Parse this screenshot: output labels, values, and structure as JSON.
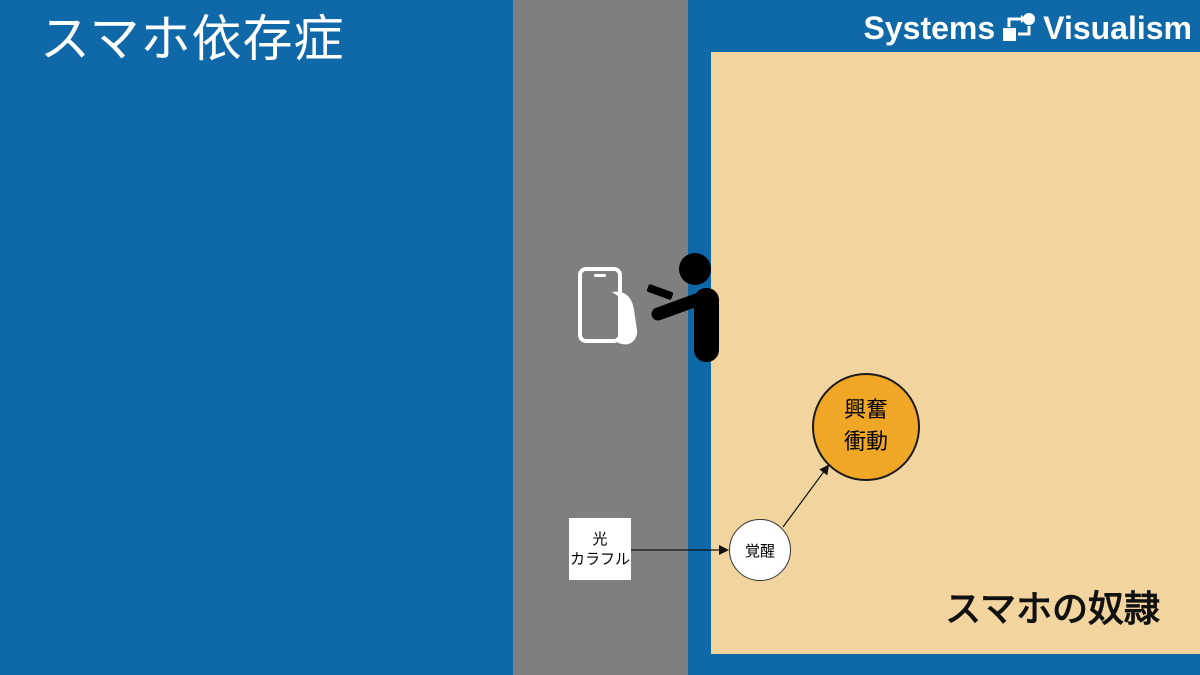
{
  "slide": {
    "title": "スマホ依存症",
    "brand": {
      "left": "Systems",
      "right": "Visualism"
    },
    "caption": "スマホの奴隷",
    "colors": {
      "background": "#0f68a7",
      "gray_panel": "#7f7f7f",
      "tan_panel": "#f2d49f",
      "accent_node": "#f0a726"
    }
  },
  "diagram": {
    "source_box": {
      "lines": [
        "光",
        "カラフル"
      ]
    },
    "arousal_node": {
      "label": "覚醒"
    },
    "excitement_node": {
      "lines": [
        "興奮",
        "衝動"
      ]
    },
    "icons": [
      "smartphone-in-hand-icon",
      "person-using-phone-icon",
      "systems-visualism-logo-icon"
    ]
  }
}
